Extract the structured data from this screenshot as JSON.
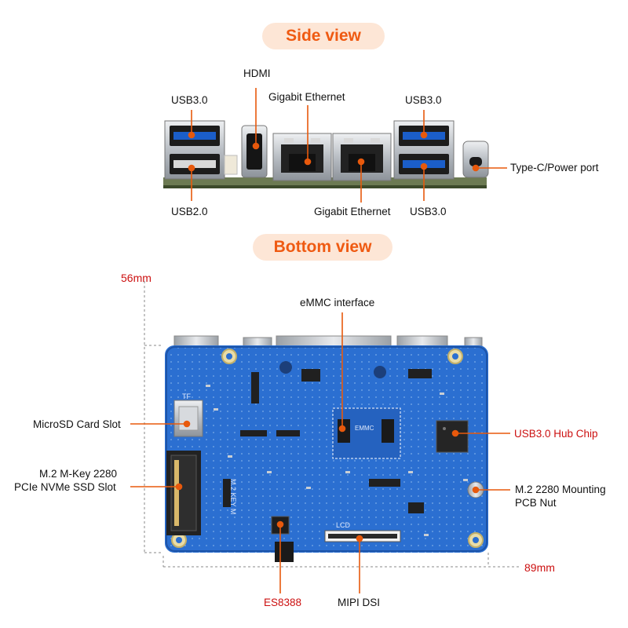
{
  "side_view": {
    "title": "Side view",
    "labels": {
      "hdmi": "HDMI",
      "usb30_top_left": "USB3.0",
      "gigabit_top": "Gigabit Ethernet",
      "usb30_top_right": "USB3.0",
      "typec": "Type-C/Power port",
      "usb20": "USB2.0",
      "gigabit_bottom": "Gigabit Ethernet",
      "usb30_bottom_right": "USB3.0"
    }
  },
  "bottom_view": {
    "title": "Bottom view",
    "height_dim": "56mm",
    "width_dim": "89mm",
    "labels": {
      "emmc": "eMMC interface",
      "microsd": "MicroSD Card Slot",
      "m2_line1": "M.2 M-Key 2280",
      "m2_line2": "PCIe NVMe SSD Slot",
      "usb_hub": "USB3.0 Hub Chip",
      "nut_line1": "M.2 2280 Mounting",
      "nut_line2": "PCB Nut",
      "es8388": "ES8388",
      "mipi": "MIPI DSI"
    },
    "silkscreen": {
      "tf": "TF",
      "emmc": "EMMC",
      "lcd": "LCD",
      "m2": "M.2 KEY M"
    }
  },
  "colors": {
    "accent": "#ef5a12",
    "pill_bg": "#fde6d6",
    "pcb_blue": "#2b6fd1",
    "callout": "#e8590c",
    "dim_red": "#cc1010"
  }
}
